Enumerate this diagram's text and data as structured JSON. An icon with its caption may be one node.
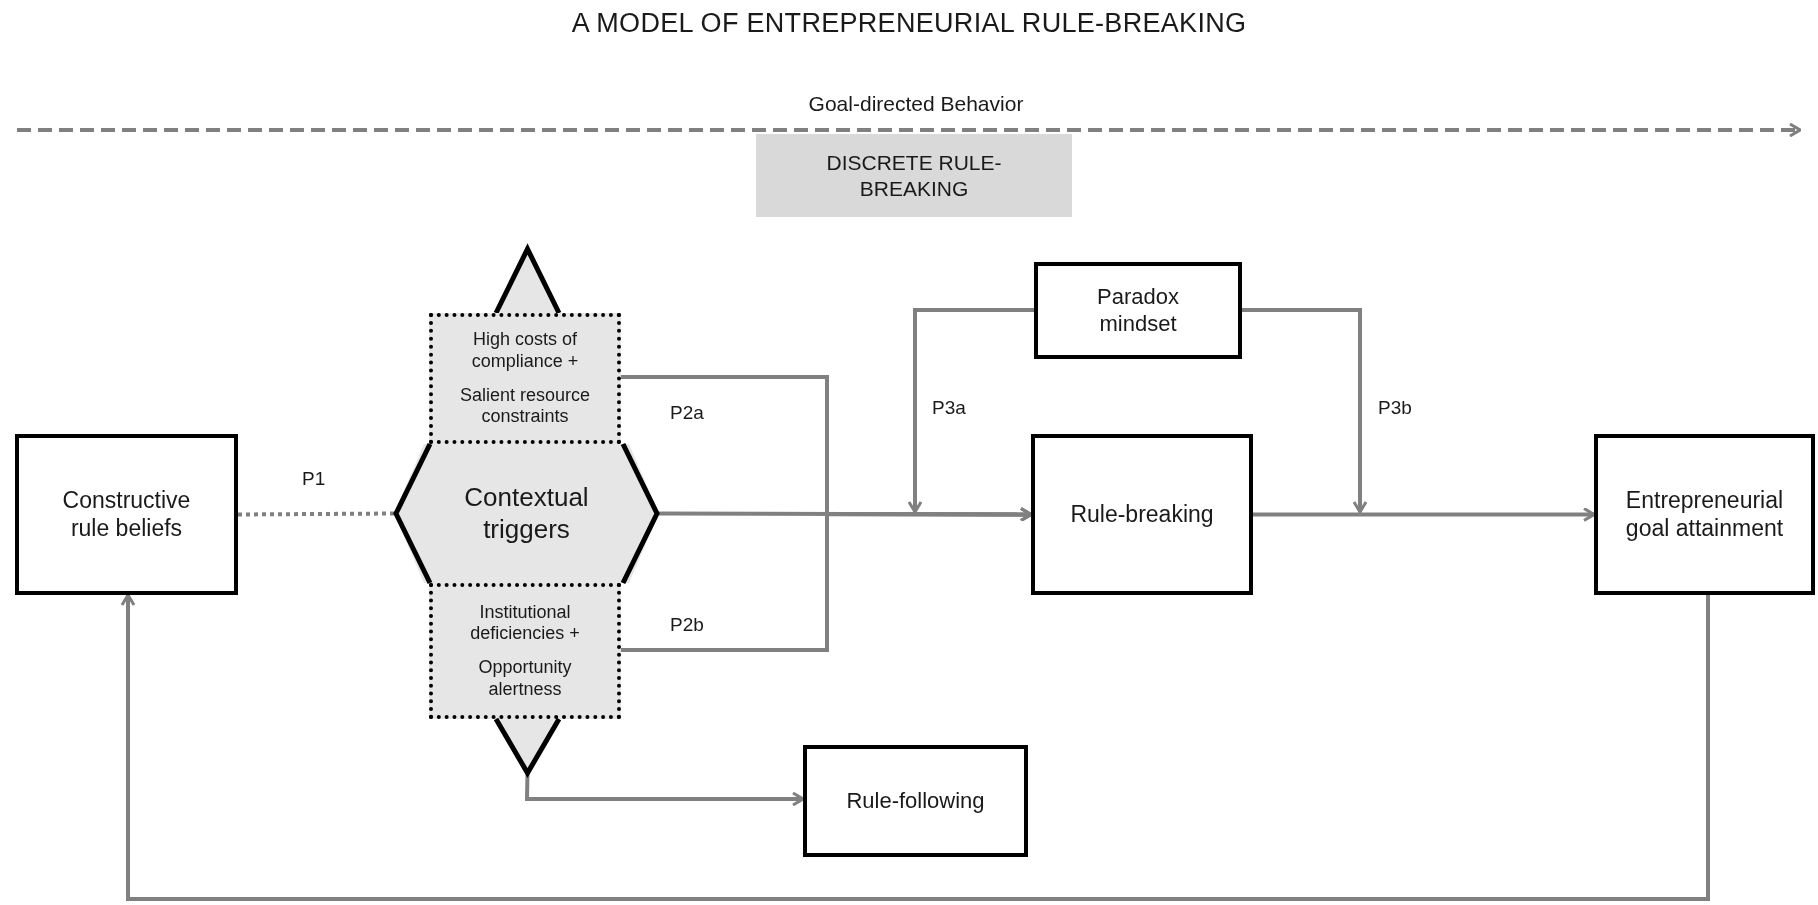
{
  "diagram": {
    "title": "A MODEL OF ENTREPRENEURIAL RULE-BREAKING",
    "nodes": [
      {
        "text": [
          "DISCRETE RULE-BREAKING"
        ]
      },
      {
        "text": [
          "Constructive rule beliefs"
        ]
      },
      {
        "text": [],
        "shape": "triangle"
      },
      {
        "text": [
          "High costs of compliance +",
          "Salient resource constraints"
        ]
      },
      {
        "text": [
          "Contextual triggers"
        ]
      },
      {
        "text": [
          "Institutional deficiencies +",
          "Opportunity alertness"
        ]
      },
      {
        "text": [],
        "shape": "triangle"
      },
      {
        "text": [
          "Paradox mindset"
        ]
      },
      {
        "text": [
          "Rule-breaking"
        ]
      },
      {
        "text": [
          "Entrepreneurial goal attainment"
        ]
      },
      {
        "text": [
          "Rule-following"
        ]
      }
    ],
    "edges": [
      {
        "from": 1,
        "to": 4,
        "arrow": "none",
        "label": "P1",
        "style": "dashed"
      },
      {
        "from": 4,
        "to": 8,
        "arrow": "to"
      },
      {
        "from": 3,
        "to": 8,
        "arrow": "to",
        "label": "P2a"
      },
      {
        "from": 5,
        "to": 8,
        "arrow": "to",
        "label": "P2b"
      },
      {
        "from": 7,
        "to": null,
        "arrow": "to",
        "label": "P3a"
      },
      {
        "from": 7,
        "to": null,
        "arrow": "to",
        "label": "P3b"
      },
      {
        "from": 8,
        "to": 9,
        "arrow": "to"
      },
      {
        "from": 6,
        "to": 10,
        "arrow": "to"
      },
      {
        "from": 9,
        "to": 1,
        "arrow": "to"
      }
    ],
    "labels": [
      "Goal-directed Behavior"
    ]
  }
}
